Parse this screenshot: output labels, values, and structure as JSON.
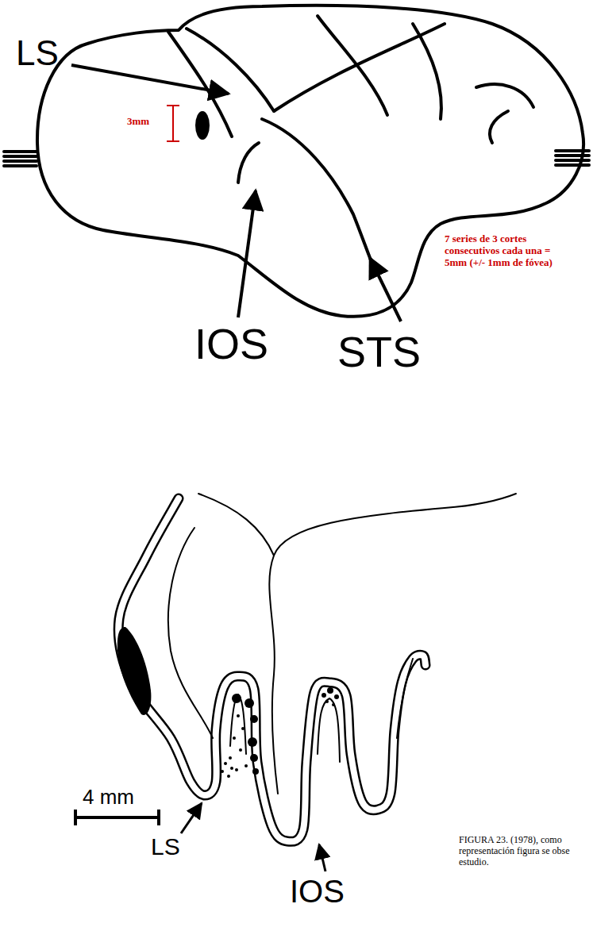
{
  "diagram": {
    "caption": "FIGURA 23. (1978), como representación figura se obse estudio.",
    "labels": [
      "LS",
      "3mm",
      "IOS",
      "STS",
      "7 series de 3 cortes consecutivos cada una = 5mm (+/- 1mm de fóvea)",
      "4 mm",
      "LS",
      "IOS"
    ]
  }
}
